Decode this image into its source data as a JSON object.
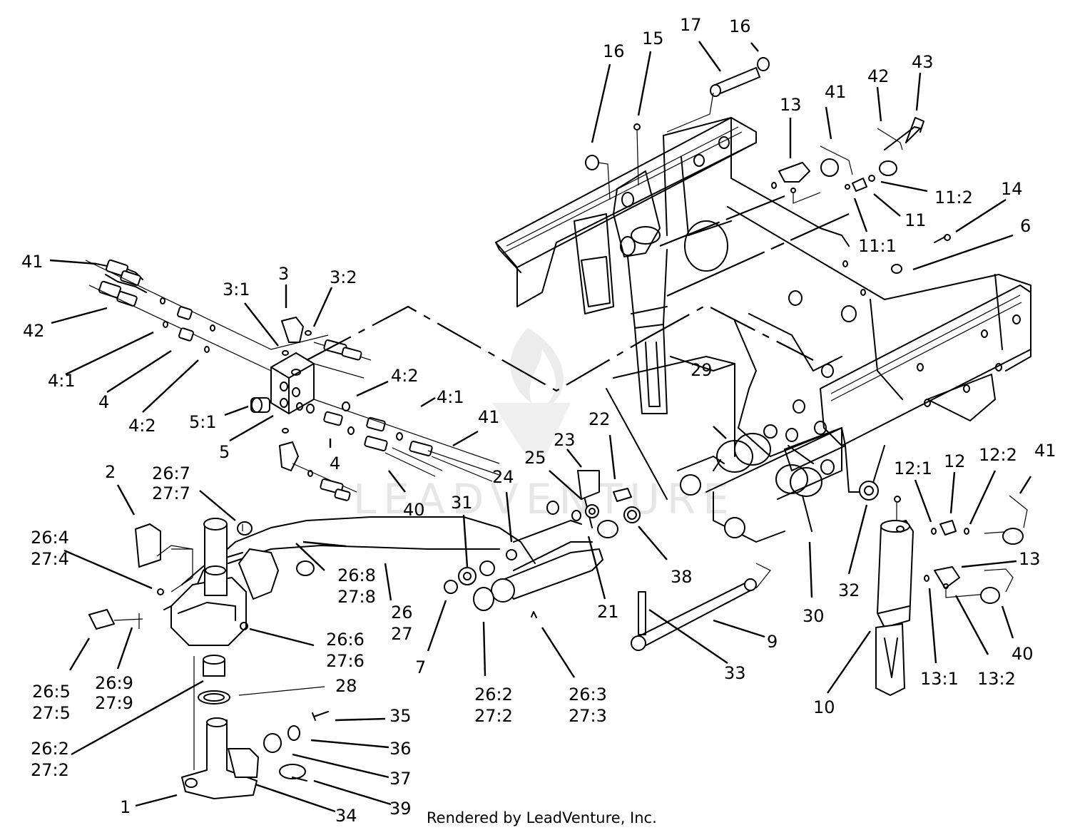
{
  "watermark": {
    "text": "LEADVENTURE"
  },
  "credit": "Rendered by LeadVenture, Inc.",
  "callouts": [
    {
      "text": "1"
    },
    {
      "text": "2"
    },
    {
      "text": "3"
    },
    {
      "text": "3:1"
    },
    {
      "text": "3:2"
    },
    {
      "text": "4"
    },
    {
      "text": "4"
    },
    {
      "text": "4:1"
    },
    {
      "text": "4:1"
    },
    {
      "text": "4:2"
    },
    {
      "text": "4:2"
    },
    {
      "text": "5"
    },
    {
      "text": "5:1"
    },
    {
      "text": "6"
    },
    {
      "text": "7"
    },
    {
      "text": "9"
    },
    {
      "text": "10"
    },
    {
      "text": "11"
    },
    {
      "text": "11:1"
    },
    {
      "text": "11:2"
    },
    {
      "text": "12"
    },
    {
      "text": "12:1"
    },
    {
      "text": "12:2"
    },
    {
      "text": "13"
    },
    {
      "text": "13"
    },
    {
      "text": "13:1"
    },
    {
      "text": "13:2"
    },
    {
      "text": "14"
    },
    {
      "text": "15"
    },
    {
      "text": "16"
    },
    {
      "text": "16"
    },
    {
      "text": "17"
    },
    {
      "text": "21"
    },
    {
      "text": "22"
    },
    {
      "text": "23"
    },
    {
      "text": "24"
    },
    {
      "text": "25"
    },
    {
      "text": "26"
    },
    {
      "text": "27"
    },
    {
      "text": "26:2"
    },
    {
      "text": "27:2"
    },
    {
      "text": "26:2"
    },
    {
      "text": "27:2"
    },
    {
      "text": "26:3"
    },
    {
      "text": "27:3"
    },
    {
      "text": "26:4"
    },
    {
      "text": "27:4"
    },
    {
      "text": "26:5"
    },
    {
      "text": "27:5"
    },
    {
      "text": "26:6"
    },
    {
      "text": "27:6"
    },
    {
      "text": "26:7"
    },
    {
      "text": "27:7"
    },
    {
      "text": "26:8"
    },
    {
      "text": "27:8"
    },
    {
      "text": "26:9"
    },
    {
      "text": "27:9"
    },
    {
      "text": "28"
    },
    {
      "text": "29"
    },
    {
      "text": "30"
    },
    {
      "text": "31"
    },
    {
      "text": "32"
    },
    {
      "text": "33"
    },
    {
      "text": "34"
    },
    {
      "text": "35"
    },
    {
      "text": "36"
    },
    {
      "text": "37"
    },
    {
      "text": "38"
    },
    {
      "text": "39"
    },
    {
      "text": "40"
    },
    {
      "text": "40"
    },
    {
      "text": "41"
    },
    {
      "text": "41"
    },
    {
      "text": "41"
    },
    {
      "text": "41"
    },
    {
      "text": "42"
    },
    {
      "text": "42"
    },
    {
      "text": "43"
    }
  ]
}
